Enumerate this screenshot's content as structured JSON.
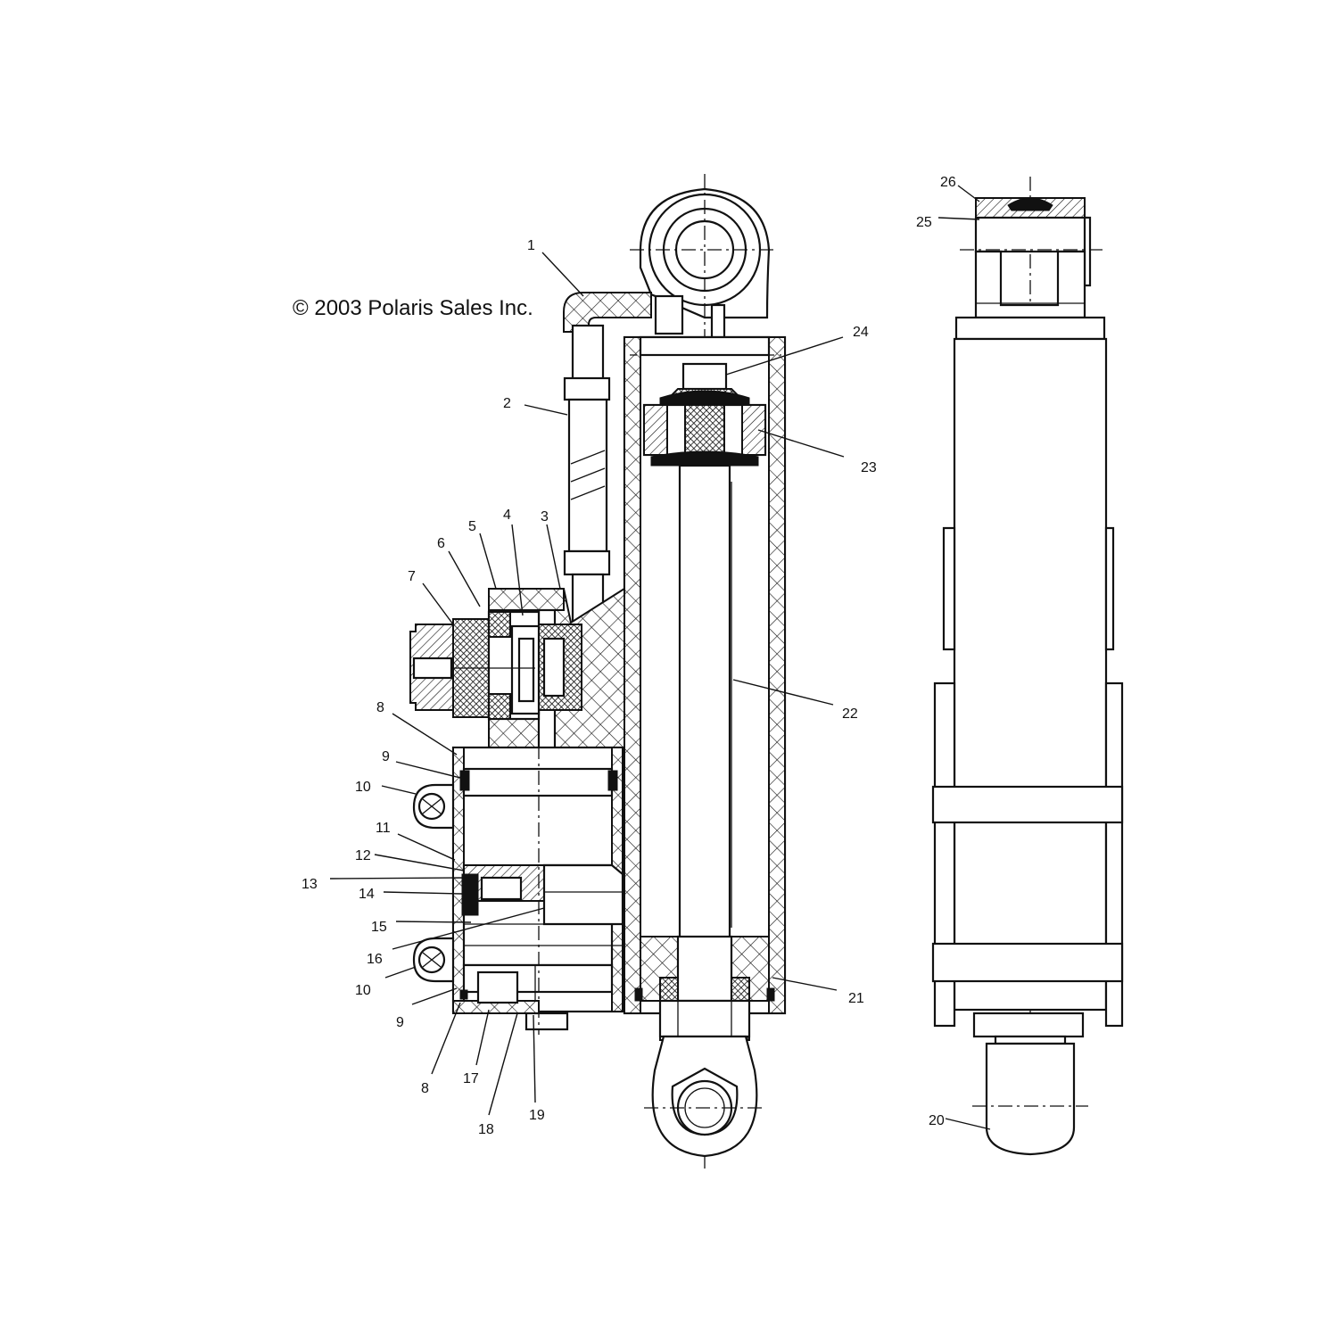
{
  "copyright": "© 2003 Polaris Sales Inc.",
  "callouts": [
    {
      "id": "1",
      "text": "1"
    },
    {
      "id": "2",
      "text": "2"
    },
    {
      "id": "3",
      "text": "3"
    },
    {
      "id": "4",
      "text": "4"
    },
    {
      "id": "5",
      "text": "5"
    },
    {
      "id": "6",
      "text": "6"
    },
    {
      "id": "7",
      "text": "7"
    },
    {
      "id": "8a",
      "text": "8"
    },
    {
      "id": "9a",
      "text": "9"
    },
    {
      "id": "10a",
      "text": "10"
    },
    {
      "id": "11",
      "text": "11"
    },
    {
      "id": "12",
      "text": "12"
    },
    {
      "id": "13",
      "text": "13"
    },
    {
      "id": "14",
      "text": "14"
    },
    {
      "id": "15",
      "text": "15"
    },
    {
      "id": "16",
      "text": "16"
    },
    {
      "id": "10b",
      "text": "10"
    },
    {
      "id": "9b",
      "text": "9"
    },
    {
      "id": "8b",
      "text": "8"
    },
    {
      "id": "17",
      "text": "17"
    },
    {
      "id": "18",
      "text": "18"
    },
    {
      "id": "19",
      "text": "19"
    },
    {
      "id": "20",
      "text": "20"
    },
    {
      "id": "21",
      "text": "21"
    },
    {
      "id": "22",
      "text": "22"
    },
    {
      "id": "23",
      "text": "23"
    },
    {
      "id": "24",
      "text": "24"
    },
    {
      "id": "25",
      "text": "25"
    },
    {
      "id": "26",
      "text": "26"
    }
  ]
}
